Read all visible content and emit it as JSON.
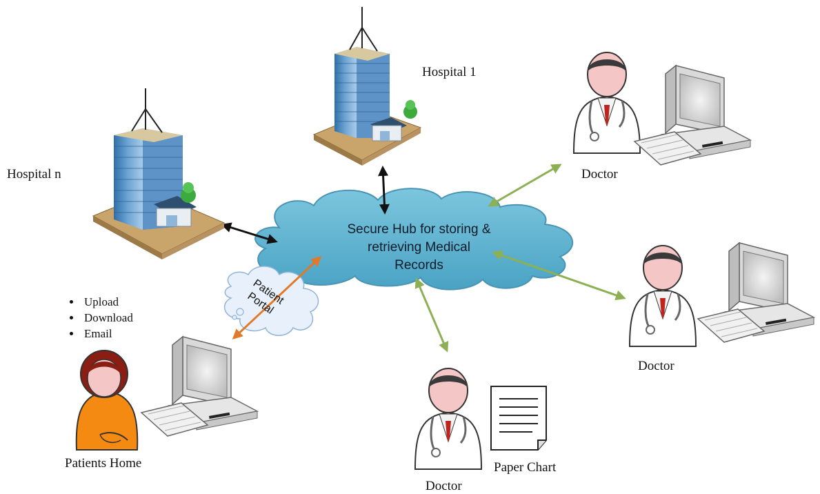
{
  "labels": {
    "hospital_1": "Hospital 1",
    "hospital_n": "Hospital n",
    "doctor_top": "Doctor",
    "doctor_right": "Doctor",
    "doctor_bottom": "Doctor",
    "paper_chart": "Paper Chart",
    "patients_home": "Patients Home"
  },
  "hub": {
    "line1": "Secure Hub for storing &",
    "line2": "retrieving Medical",
    "line3": "Records"
  },
  "portal": {
    "line1": "Patient",
    "line2": "Portal"
  },
  "patient_actions": [
    "Upload",
    "Download",
    "Email"
  ],
  "colors": {
    "cloud_fill": "#5fb4d0",
    "cloud_stroke": "#4a93b4",
    "hospital_link": "#111111",
    "doctor_link": "#8db054",
    "portal_link": "#e07a2a",
    "patient_shirt": "#f58a12"
  }
}
